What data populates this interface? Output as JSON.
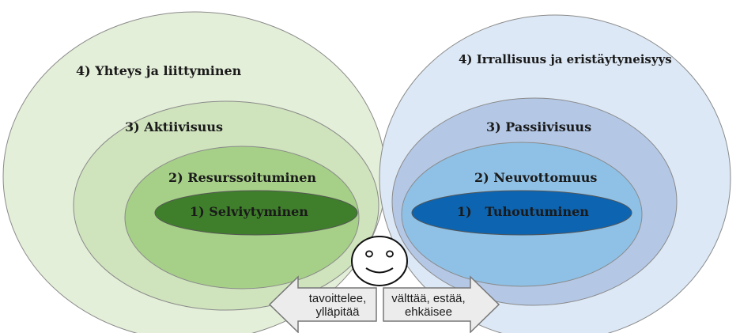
{
  "left_group": {
    "level4": "4) Yhteys ja liittyminen",
    "level3": "3) Aktiivisuus",
    "level2": "2) Resurssoituminen",
    "level1": "1) Selviytyminen"
  },
  "right_group": {
    "level4": "4) Irrallisuus ja eristäytyneisyys",
    "level3": "3) Passiivisuus",
    "level2": "2) Neuvottomuus",
    "level1": "1)   Tuhoutuminen"
  },
  "left_arrow": {
    "line1": "tavoittelee,",
    "line2": "ylläpitää"
  },
  "right_arrow": {
    "line1": "välttää, estää,",
    "line2": "ehkäisee"
  },
  "face_icon": "smiley-face-icon",
  "colors": {
    "left_outer": "#e4efd9",
    "left_l3": "#cfe3bd",
    "left_l2": "#a6cf88",
    "left_l1": "#3f7f2b",
    "right_outer": "#dce8f5",
    "right_l3": "#b4c8e6",
    "right_l2": "#8fc1e6",
    "right_l1": "#0d64b0",
    "arrow_fill": "#ececec"
  }
}
